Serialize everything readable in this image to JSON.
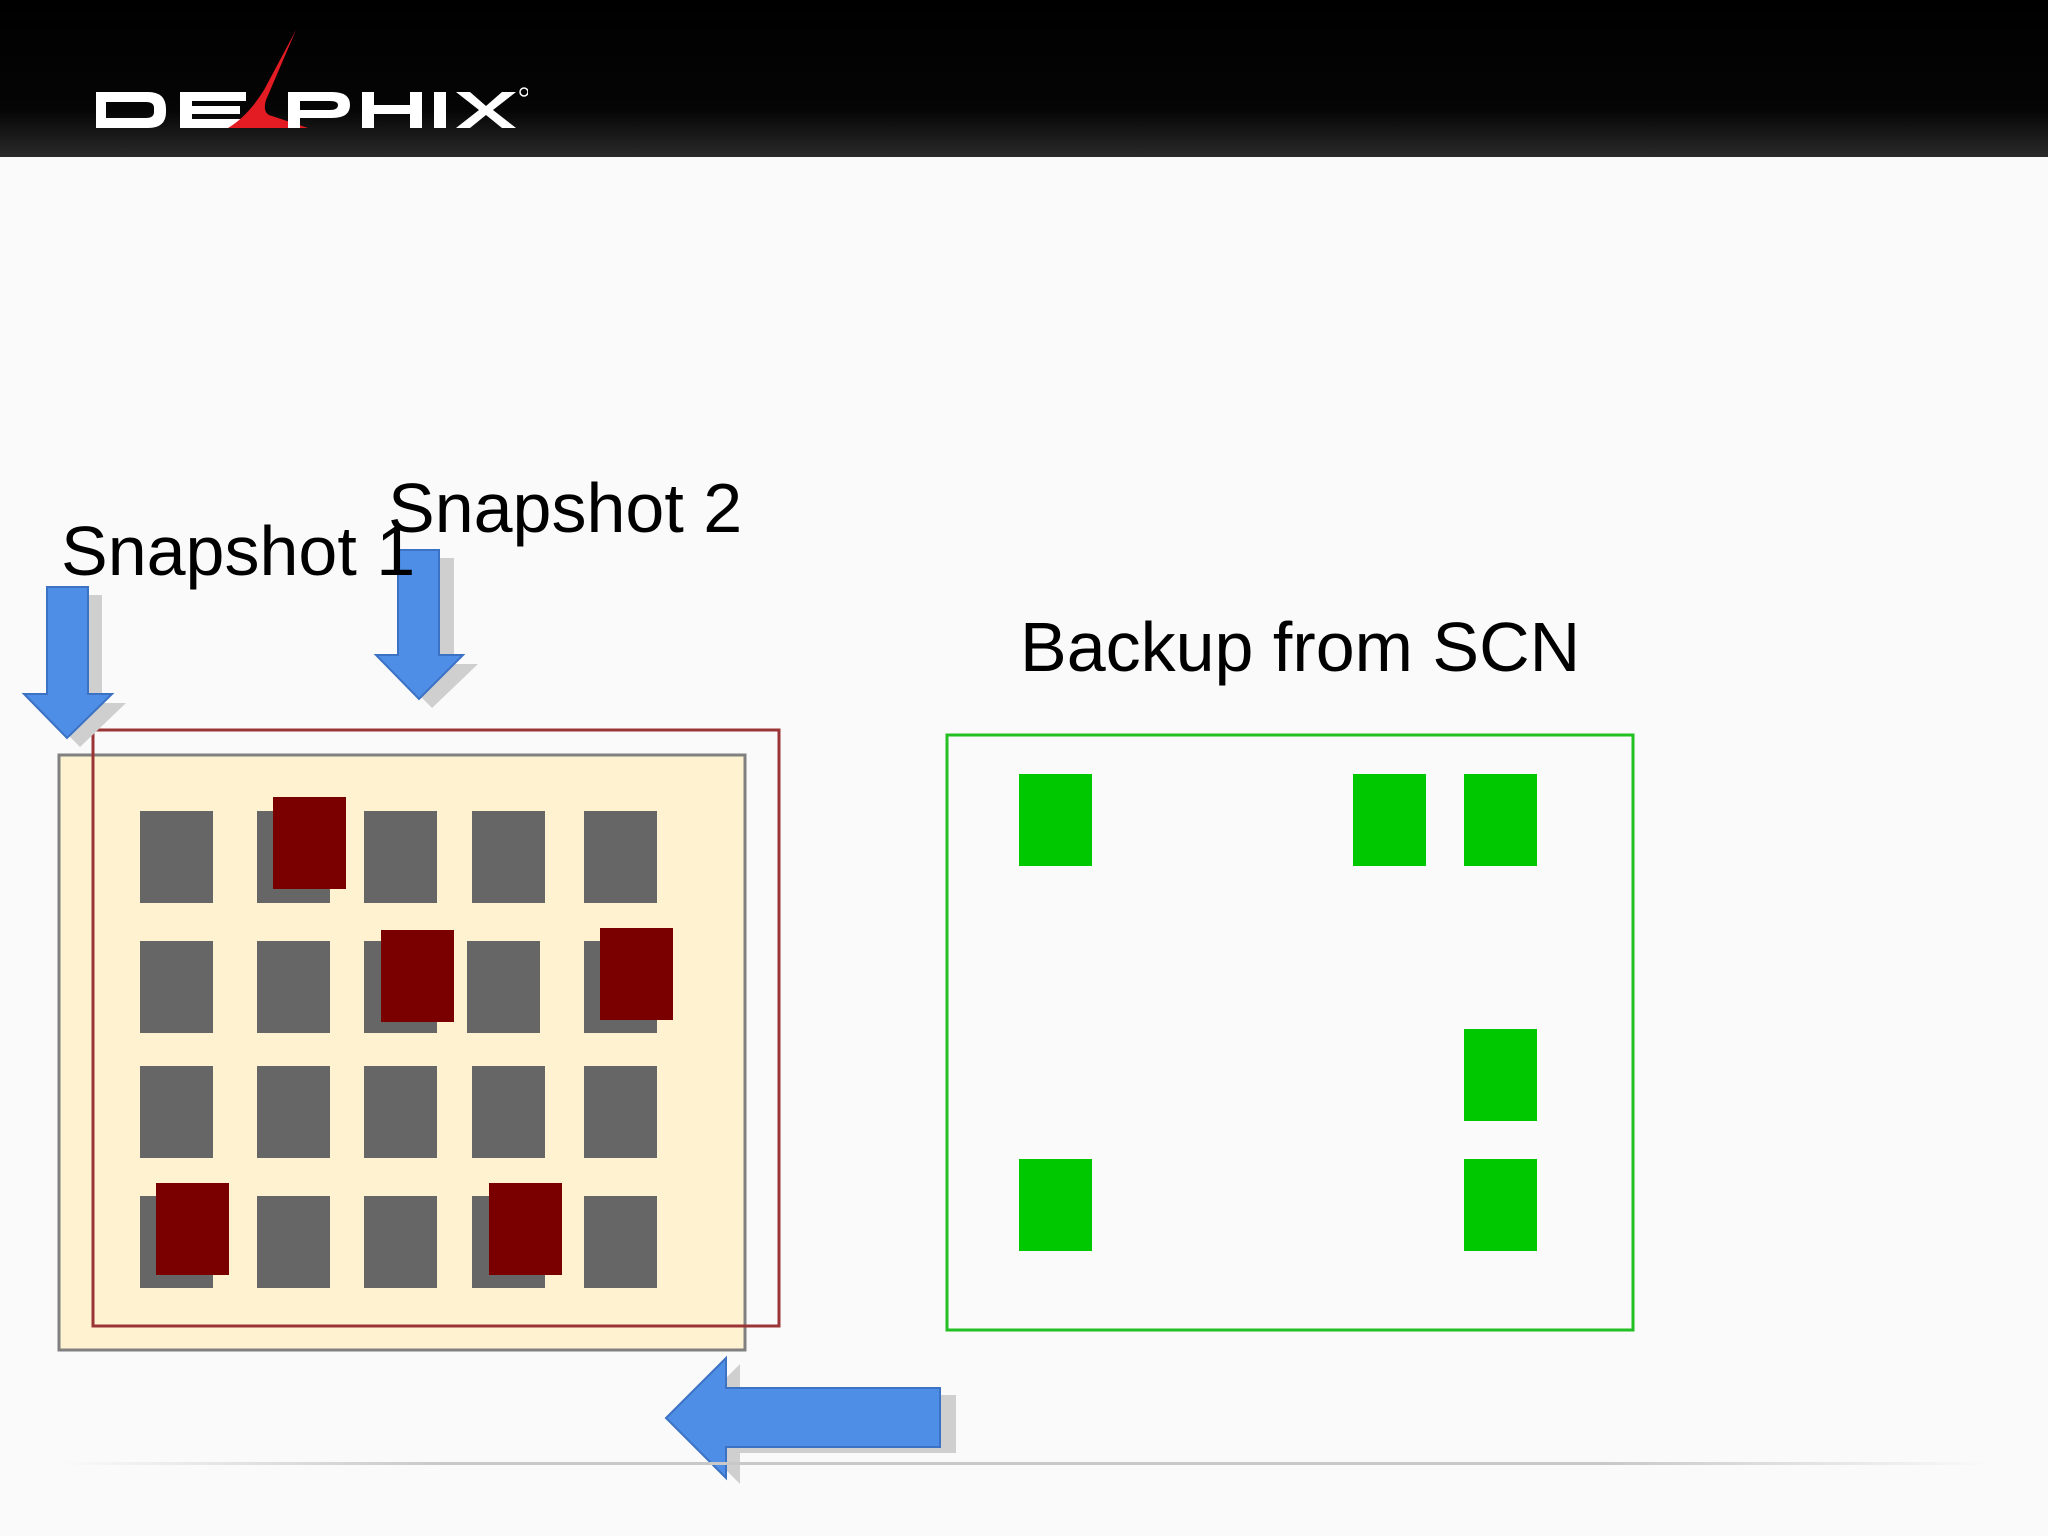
{
  "brand": {
    "logo_text": "DELPHIX",
    "accent_color": "#e31b23",
    "header_color": "#000000"
  },
  "labels": {
    "snapshot_1": "Snapshot 1",
    "snapshot_2": "Snapshot 2",
    "backup": "Backup from SCN"
  },
  "colors": {
    "snapshot_panel_fill": "#fff2d1",
    "snapshot_1_border": "#808080",
    "snapshot_2_border": "#9b3535",
    "block_gray": "#666666",
    "block_changed": "#7a0000",
    "block_backup": "#00c800",
    "backup_border": "#22c022",
    "arrow_blue": "#4a86e8"
  },
  "icons": {
    "arrow_snapshot_1": "down-arrow-icon",
    "arrow_snapshot_2": "down-arrow-icon",
    "arrow_backup": "left-arrow-icon"
  }
}
